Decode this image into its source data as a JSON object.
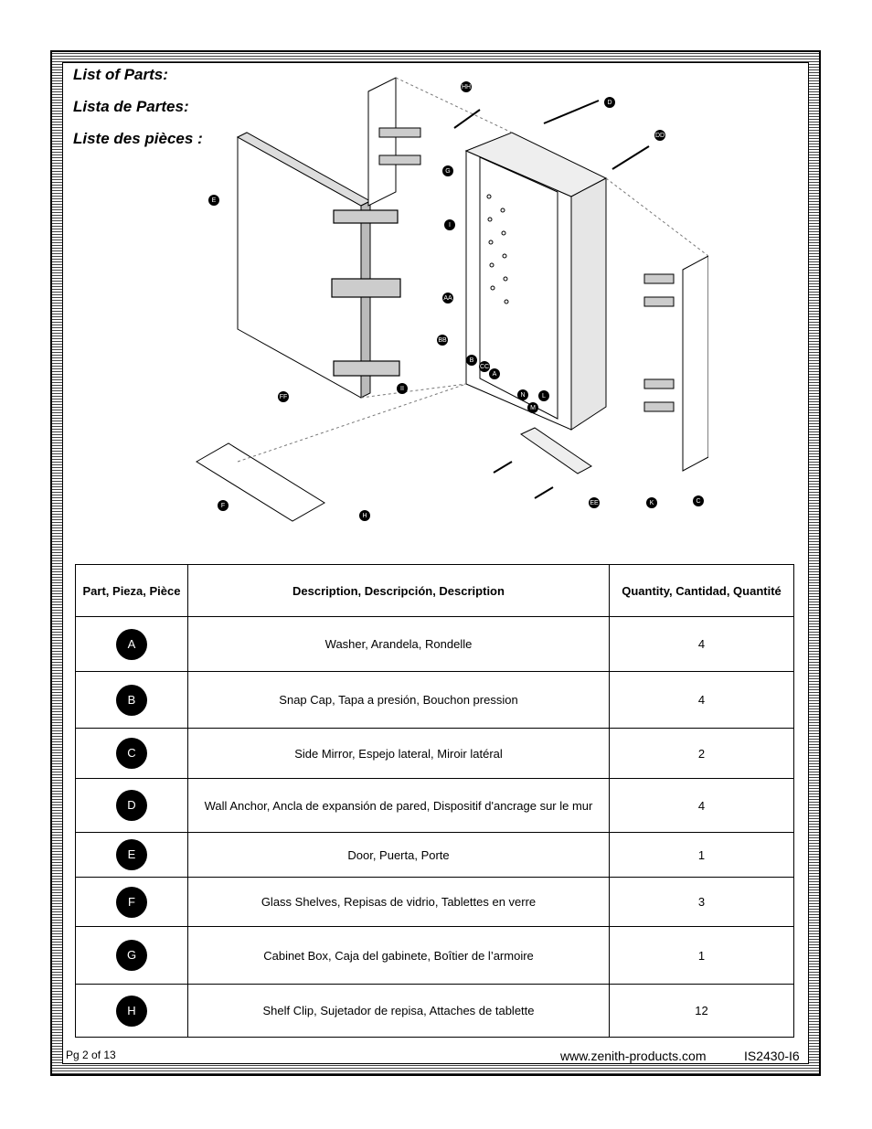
{
  "headings": [
    "List of Parts:",
    "Lista de Partes:",
    "Liste des pièces :"
  ],
  "diagram": {
    "callouts": [
      "HH",
      "D",
      "DD",
      "G",
      "E",
      "I",
      "AA",
      "BB",
      "B",
      "A",
      "CC",
      "N",
      "L",
      "M",
      "FF",
      "II",
      "C",
      "EE",
      "K",
      "H",
      "F"
    ]
  },
  "table": {
    "headers": [
      "Part, Pieza, Pièce",
      "Description, Descripción, Description",
      "Quantity, Cantidad, Quantité"
    ],
    "rows": [
      {
        "part": "A",
        "description": "Washer, Arandela, Rondelle",
        "quantity": "4"
      },
      {
        "part": "B",
        "description": "Snap Cap, Tapa a presión, Bouchon pression",
        "quantity": "4"
      },
      {
        "part": "C",
        "description": "Side Mirror, Espejo lateral, Miroir latéral",
        "quantity": "2"
      },
      {
        "part": "D",
        "description": "Wall Anchor, Ancla de expansión de pared, Dispositif d'ancrage sur le mur",
        "quantity": "4"
      },
      {
        "part": "E",
        "description": "Door, Puerta, Porte",
        "quantity": "1"
      },
      {
        "part": "F",
        "description": "Glass Shelves, Repisas de vidrio, Tablettes en verre",
        "quantity": "3"
      },
      {
        "part": "G",
        "description": "Cabinet Box, Caja del gabinete, Boîtier de l’armoire",
        "quantity": "1"
      },
      {
        "part": "H",
        "description": "Shelf Clip, Sujetador de repisa, Attaches de tablette",
        "quantity": "12"
      }
    ]
  },
  "footer": {
    "page": "Pg 2 of 13",
    "website": "www.zenith-products.com",
    "code": "IS2430-I6"
  }
}
